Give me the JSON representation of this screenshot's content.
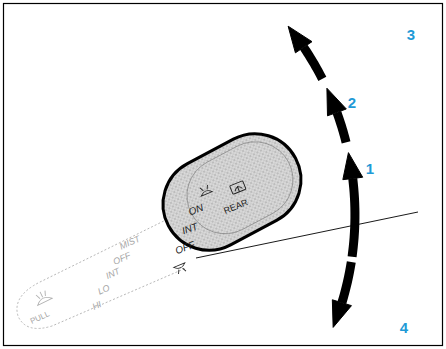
{
  "diagram": {
    "labels": [
      "ON",
      "INT",
      "OFF",
      "REAR",
      "MIST",
      "OFF",
      "INT",
      "LO",
      "HI",
      "PULL",
      "1",
      "2",
      "3",
      "4"
    ]
  }
}
